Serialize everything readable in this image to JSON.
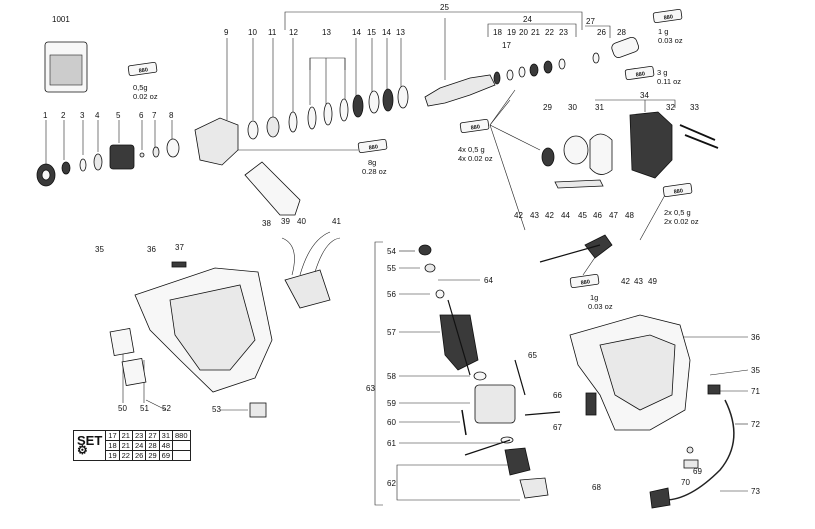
{
  "title": "",
  "part_numbers": [
    "1001",
    "1",
    "2",
    "3",
    "4",
    "5",
    "6",
    "7",
    "8",
    "9",
    "10",
    "11",
    "12",
    "13",
    "14",
    "15",
    "14",
    "13",
    "25",
    "24",
    "27",
    "18",
    "19",
    "20",
    "21",
    "22",
    "23",
    "26",
    "28",
    "17",
    "29",
    "30",
    "31",
    "34",
    "32",
    "33",
    "42",
    "43",
    "42",
    "44",
    "45",
    "46",
    "47",
    "48",
    "42",
    "43",
    "49",
    "35",
    "36",
    "37",
    "38",
    "39",
    "40",
    "41",
    "54",
    "55",
    "64",
    "56",
    "57",
    "58",
    "59",
    "60",
    "61",
    "62",
    "63",
    "65",
    "66",
    "67",
    "68",
    "36",
    "35",
    "71",
    "72",
    "69",
    "70",
    "73",
    "50",
    "51",
    "52",
    "53"
  ],
  "grease_label": "880",
  "notes": {
    "n1": [
      "0,5g",
      "0.02 oz"
    ],
    "n2": [
      "8g",
      "0.28 oz"
    ],
    "n3": [
      "1 g",
      "0.03 oz"
    ],
    "n4": [
      "3 g",
      "0.11 oz"
    ],
    "n5": [
      "4x 0,5 g",
      "4x 0.02 oz"
    ],
    "n6": [
      "2x 0,5 g",
      "2x 0.02 oz"
    ],
    "n7": [
      "1g",
      "0.03 oz"
    ]
  },
  "set_table": {
    "label": "SET",
    "rows": [
      [
        "17",
        "21",
        "23",
        "27",
        "31",
        "880"
      ],
      [
        "18",
        "21",
        "24",
        "28",
        "48",
        ""
      ],
      [
        "19",
        "22",
        "26",
        "29",
        "69",
        ""
      ]
    ]
  }
}
